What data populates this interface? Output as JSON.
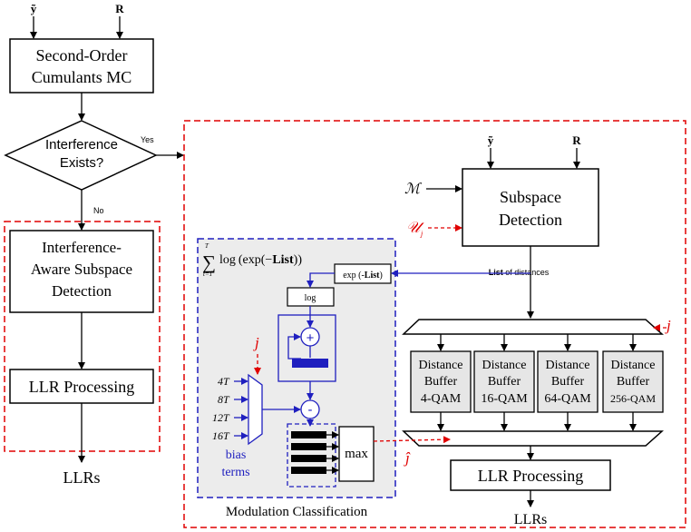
{
  "inputs": {
    "y_tilde": "ỹ",
    "R": "R",
    "M": "ℳ",
    "U_j": "𝒰",
    "U_j_sub": "j",
    "j_mux": "j",
    "j_bias": "j",
    "j_hat": "ĵ"
  },
  "left_flow": {
    "cumulants_line1": "Second-Order",
    "cumulants_line2": "Cumulants MC",
    "decision_line1": "Interference",
    "decision_line2": "Exists?",
    "yes_label": "Yes",
    "no_label": "No",
    "ia_line1": "Interference-",
    "ia_line2": "Aware Subspace",
    "ia_line3": "Detection",
    "llr_processing": "LLR Processing",
    "llrs": "LLRs"
  },
  "right_flow": {
    "subspace_line1": "Subspace",
    "subspace_line2": "Detection",
    "list_bold": "List",
    "list_rest": " of distances",
    "buffers": [
      {
        "line1": "Distance",
        "line2": "Buffer",
        "line3": "4-QAM"
      },
      {
        "line1": "Distance",
        "line2": "Buffer",
        "line3": "16-QAM"
      },
      {
        "line1": "Distance",
        "line2": "Buffer",
        "line3": "64-QAM"
      },
      {
        "line1": "Distance",
        "line2": "Buffer",
        "line3": "256-QAM"
      }
    ],
    "llr_processing": "LLR Processing",
    "llrs": "LLRs"
  },
  "modulation_classification": {
    "caption": "Modulation Classification",
    "sum_symbol": "∑",
    "sum_upper": "T",
    "sum_lower": "t=1",
    "formula_log": "log",
    "formula_open": "(exp(−",
    "formula_list": "List",
    "formula_close": "))",
    "exp_prefix": "exp (-",
    "exp_list": "List",
    "exp_suffix": ")",
    "log_label": "log",
    "plus": "+",
    "minus": "-",
    "max_label": "max",
    "bias_values": [
      "4T",
      "8T",
      "12T",
      "16T"
    ],
    "bias_caption_line1": "bias",
    "bias_caption_line2": "terms"
  },
  "colors": {
    "black": "#000000",
    "red": "#e00000",
    "blue": "#1f1fbf",
    "panel_gray": "#ececec",
    "buffer_gray": "#e6e6e6"
  }
}
